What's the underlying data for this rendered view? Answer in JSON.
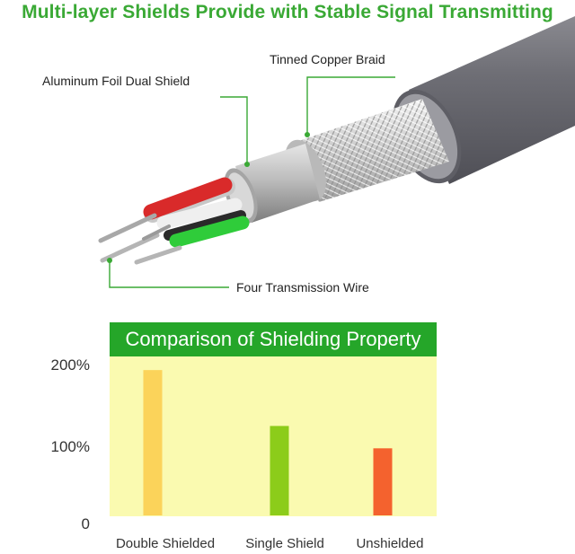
{
  "headline": "Multi-layer Shields Provide with Stable Signal Transmitting",
  "callouts": {
    "braid": "Tinned Copper Braid",
    "foil": "Aluminum Foil Dual Shield",
    "wires": "Four Transmission Wire"
  },
  "colors": {
    "headline": "#3aa935",
    "panel_header": "#25a629",
    "panel_bg": "#fafab0",
    "leader_line": "#3aa935"
  },
  "chart_data": {
    "type": "bar",
    "title": "Comparison of Shielding Property",
    "categories": [
      "Double Shielded",
      "Single Shield",
      "Unshielded"
    ],
    "values": [
      195,
      120,
      90
    ],
    "colors": [
      "#fbd35a",
      "#8ccc1a",
      "#f4622e"
    ],
    "yticks": [
      "200%",
      "100%",
      "0"
    ],
    "ytick_values": [
      200,
      100,
      0
    ],
    "ylim": [
      0,
      200
    ],
    "grid": false,
    "legend": "none"
  }
}
